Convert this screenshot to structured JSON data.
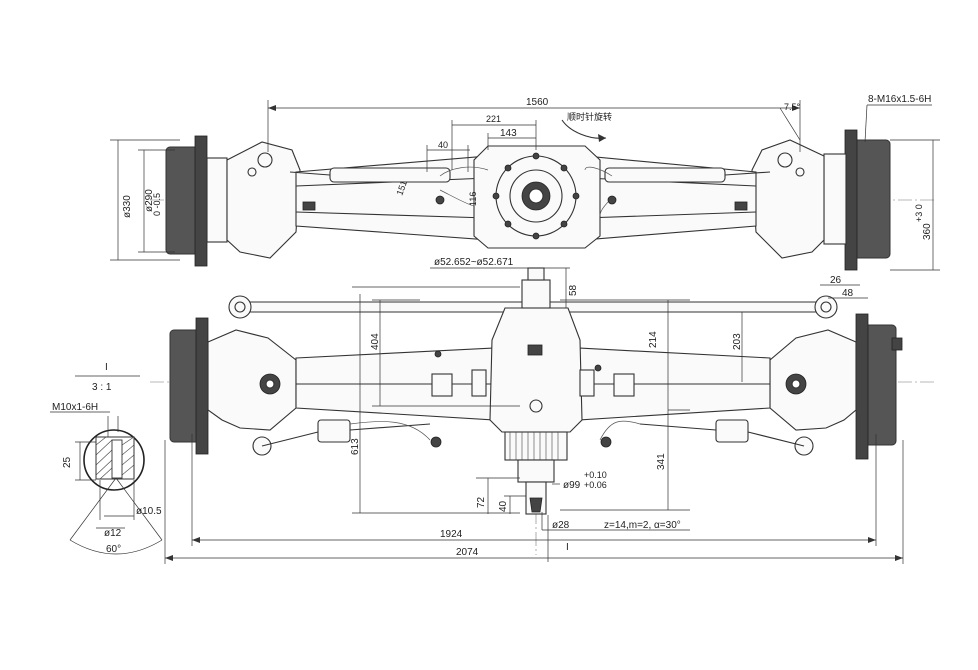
{
  "labels": {
    "width_top": "1560",
    "thread_top": "8-M16x1.5-6H",
    "deg_top": "7.5°",
    "dim_221": "221",
    "dim_143": "143",
    "rotation_note": "顺时针旋转",
    "dim_40": "40",
    "dim_151": "151",
    "dim_116": "116",
    "dia_330": "ø330",
    "dia_290": "ø290",
    "dia_290_tol": "0\n-0.5",
    "dia_360": "360",
    "dia_360_tol": "+3\n0",
    "shaft_dia": "ø52.652~ø52.671",
    "dim_58": "58",
    "dim_26": "26",
    "dim_48": "48",
    "dim_404": "404",
    "dim_214": "214",
    "dim_203": "203",
    "dim_613": "613",
    "dim_341": "341",
    "pilot_dia": "ø99",
    "pilot_tol_up": "+0.10",
    "pilot_tol_lo": "+0.06",
    "dim_72": "72",
    "dim_40b": "40",
    "dim_28": "ø28",
    "gear_spec": "z=14,m=2, α=30°",
    "width_1924": "1924",
    "width_2074": "2074",
    "section_mark": "I",
    "section_mark_bottom": "I",
    "scale_title": "I",
    "scale": "3 : 1",
    "detail_thread": "M10x1-6H",
    "detail_25": "25",
    "detail_d105": "ø10.5",
    "detail_d12": "ø12",
    "detail_angle": "60°"
  }
}
